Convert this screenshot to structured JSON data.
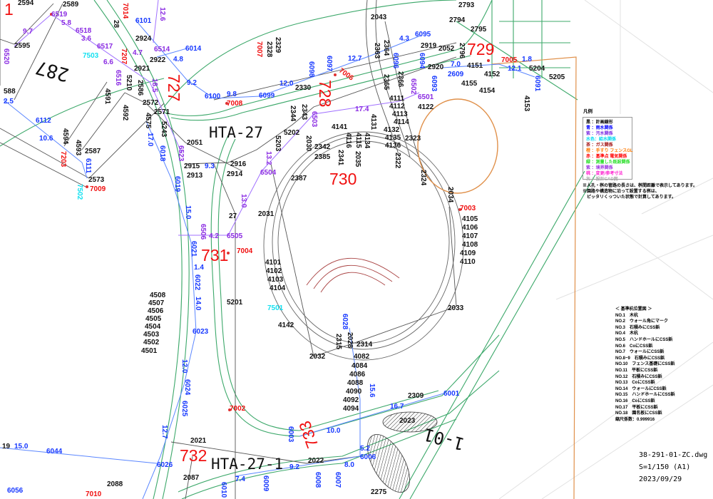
{
  "labels": {
    "black": [
      "2594",
      "2589",
      "2595",
      "588",
      "28",
      "2924",
      "2922",
      "2921",
      "4591",
      "4592",
      "2572",
      "2571",
      "4594",
      "4593",
      "2587",
      "2573",
      "2051",
      "2915",
      "2913",
      "5210",
      "2586",
      "4575",
      "5243",
      "2793",
      "2794",
      "2795",
      "2043",
      "2919",
      "2052",
      "4151",
      "4152",
      "5204",
      "5205",
      "4155",
      "4154",
      "4153",
      "2920",
      "4122",
      "4111",
      "4112",
      "4113",
      "4114",
      "4131",
      "4132",
      "4135",
      "4136",
      "2323",
      "4141",
      "2342",
      "2385",
      "2387",
      "5202",
      "2916",
      "2914",
      "2330",
      "2363",
      "2364",
      "2365",
      "2366",
      "2328",
      "2329",
      "2344",
      "2343",
      "2034",
      "2796",
      "27",
      "2031",
      "5201",
      "4101",
      "4102",
      "4103",
      "4104",
      "4142",
      "4508",
      "4507",
      "4506",
      "4505",
      "4504",
      "4503",
      "4502",
      "4501",
      "2033",
      "2314",
      "2032",
      "4082",
      "4084",
      "4086",
      "4088",
      "4090",
      "4092",
      "4094",
      "2309",
      "2023",
      "2021",
      "2022",
      "2087",
      "2088",
      "2275",
      "4105",
      "4106",
      "4107",
      "4108",
      "4109",
      "4110",
      "2030",
      "2035",
      "2341",
      "4116",
      "4115",
      "2322",
      "2324",
      "2315",
      "2028",
      "19",
      "4134",
      "5203"
    ],
    "blue": [
      "6101",
      "6014",
      "6112",
      "10.6",
      "2.5",
      "9.2",
      "6111",
      "6019",
      "9.3",
      "4.8",
      "6095",
      "4.3",
      "12.1",
      "1.8",
      "6091",
      "7.0",
      "6093",
      "12.7",
      "12.0",
      "6100",
      "9.8",
      "6099",
      "15.0",
      "6021",
      "1.4",
      "14.0",
      "6023",
      "6028",
      "15.6",
      "12.0",
      "6001",
      "16.7",
      "10.0",
      "12.7",
      "6026",
      "9.2",
      "7.4",
      "6006",
      "8.0",
      "6044",
      "15.0",
      "6056",
      "6098",
      "6097",
      "6009",
      "6008",
      "6007",
      "6003",
      "6025",
      "6018",
      "17.0",
      "6022",
      "6024",
      "5.2",
      "6096",
      "6094",
      "2609",
      "6010"
    ],
    "purple": [
      "6519",
      "9.7",
      "5.8",
      "6518",
      "3.6",
      "6517",
      "6.6",
      "6516",
      "18.5",
      "6523",
      "6520",
      "12.6",
      "6501",
      "6502",
      "17.4",
      "6503",
      "13.2",
      "6504",
      "13.0",
      "6506",
      "4.2",
      "6505",
      "4.7",
      "6514"
    ],
    "red": [
      "7014",
      "7203",
      "7009",
      "7207",
      "7005",
      "7003",
      "7006",
      "7007",
      "7008",
      "7004",
      "7002",
      "7010"
    ],
    "red_big": [
      "1",
      "727",
      "729",
      "728",
      "730",
      "731",
      "732",
      "733"
    ],
    "cyan": [
      "7503",
      "7502",
      "7501"
    ],
    "big_black": [
      "HTA-27",
      "HTA-27-1",
      "287",
      "1-01"
    ]
  },
  "legend": {
    "title": "凡例",
    "items": [
      {
        "text": "黒 ：計画線形",
        "color": "#000000"
      },
      {
        "text": "青 ：雨水関係",
        "color": "#0000ff"
      },
      {
        "text": "紫 ：汚水関係",
        "color": "#7b2be2"
      },
      {
        "text": "水色：給水関係",
        "color": "#00d8f0"
      },
      {
        "text": "茶  ：ガス関係",
        "color": "#a01010"
      },
      {
        "text": "橙 ：手すり フェンスGL",
        "color": "#ff7a00"
      },
      {
        "text": "赤 ：基準点  電気関係",
        "color": "#ff0000"
      },
      {
        "text": "緑 ：測量した既設関係",
        "color": "#22dd22"
      },
      {
        "text": "紫 ：境界関係",
        "color": "#9a30e0"
      },
      {
        "text": "桃 ：変更/参考寸法",
        "color": "#ff20d0"
      },
      {
        "text": "灰 ：設計CAD図",
        "color": "#aaaaaa"
      }
    ],
    "notes": [
      "※人孔・桝の管路の長さは、桝間距離で表示してあります。",
      "※園路や構造物に沿って設置する桝は、",
      "　ピッタリくっついた状態で計算してあります。"
    ]
  },
  "reference_points": {
    "title": "＜ 基準杭位置図 ＞",
    "items": [
      "NO.1　木杭",
      "NO.2　ウォール角にマーク",
      "NO.3　石積みにCSS鋲",
      "NO.4　木杭",
      "NO.5　ハンドホールにCSS鋲",
      "NO.6　CoにCSS鋲",
      "NO.7　ウォールにCSS鋲",
      "NO.8~9　石積みにCSS鋲",
      "NO.10　フェンス基礎にCSS鋲",
      "NO.11　平板にCSS鋲",
      "NO.12　石積みにCSS鋲",
      "NO.13　CoにCSS鋲",
      "NO.14　ウォールにCSS鋲",
      "NO.15　ハンドホールにCSS鋲",
      "NO.16　CoにCSS鋲",
      "NO.17　平板にCSS鋲",
      "NO.18　園名板にCSS鋲"
    ],
    "scale_factor": "縮尺係数：0.999916"
  },
  "title_block": {
    "file": "38-291-01-ZC.dwg",
    "scale": "S=1/150 (A1)",
    "date": "2023/09/29"
  },
  "colors": {
    "plan": "#111111",
    "storm": "#1638ff",
    "sewer": "#8a2be2",
    "water": "#14e0f0",
    "ref_point": "#f01010",
    "existing": "#3ca86a",
    "fence": "#e0904a"
  }
}
